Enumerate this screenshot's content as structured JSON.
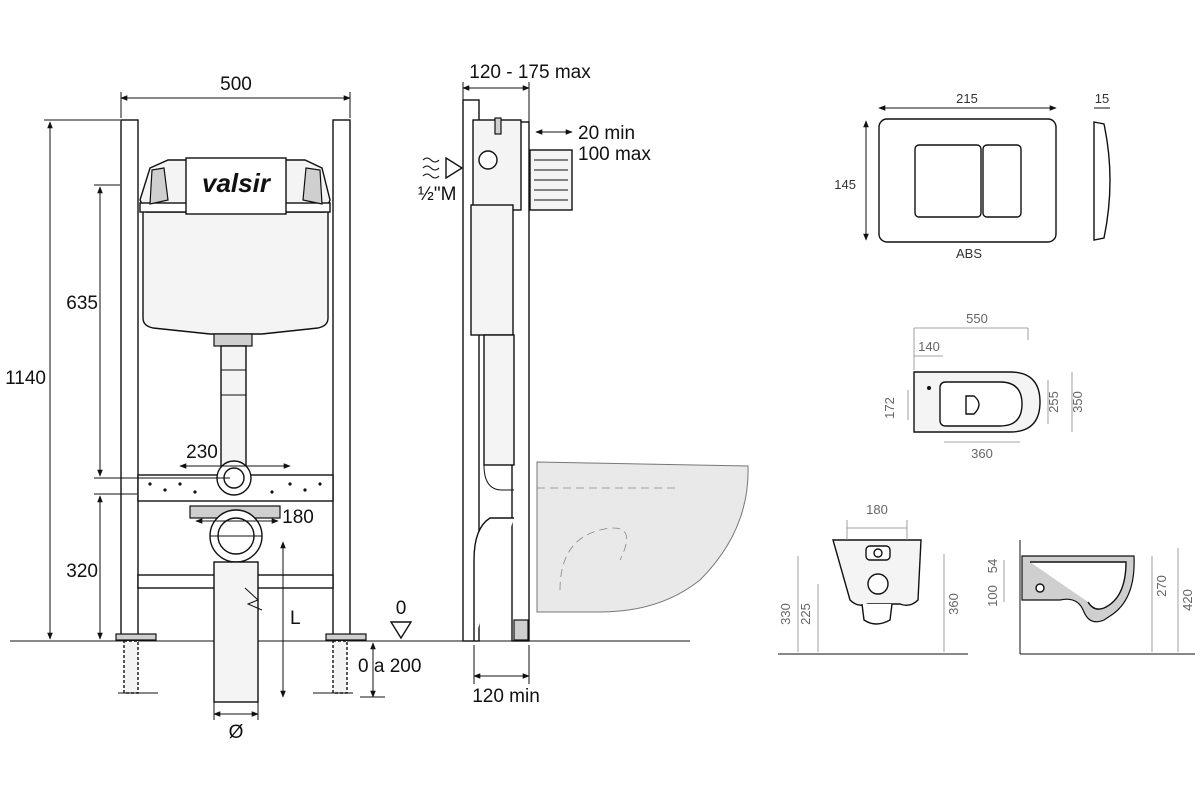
{
  "brand": {
    "logo": "valsir"
  },
  "front_view": {
    "width": "500",
    "height_total": "1140",
    "height_tank": "635",
    "height_lower": "320",
    "flush_spacing": "230",
    "drain_spacing": "180",
    "pipe_length": "L",
    "pipe_diameter": "Ø"
  },
  "side_view": {
    "depth_range": "120 - 175 max",
    "projection_min": "20 min",
    "projection_max": "100 max",
    "water_inlet": "½\"M",
    "floor_level": "0",
    "floor_adjust": "0 a 200",
    "depth_min": "120 min"
  },
  "flush_plate": {
    "width": "215",
    "thickness": "15",
    "height": "145",
    "material": "ABS"
  },
  "wc_top_view": {
    "length": "550",
    "offset": "140",
    "hole_offset": "172",
    "inner_width": "255",
    "outer_width": "350",
    "base_length": "360"
  },
  "wc_front_view": {
    "bolt_spacing": "180",
    "height_330": "330",
    "height_225": "225",
    "height_360": "360"
  },
  "wc_side_view": {
    "dim_100": "100",
    "dim_54": "54",
    "dim_270": "270",
    "dim_420": "420"
  }
}
